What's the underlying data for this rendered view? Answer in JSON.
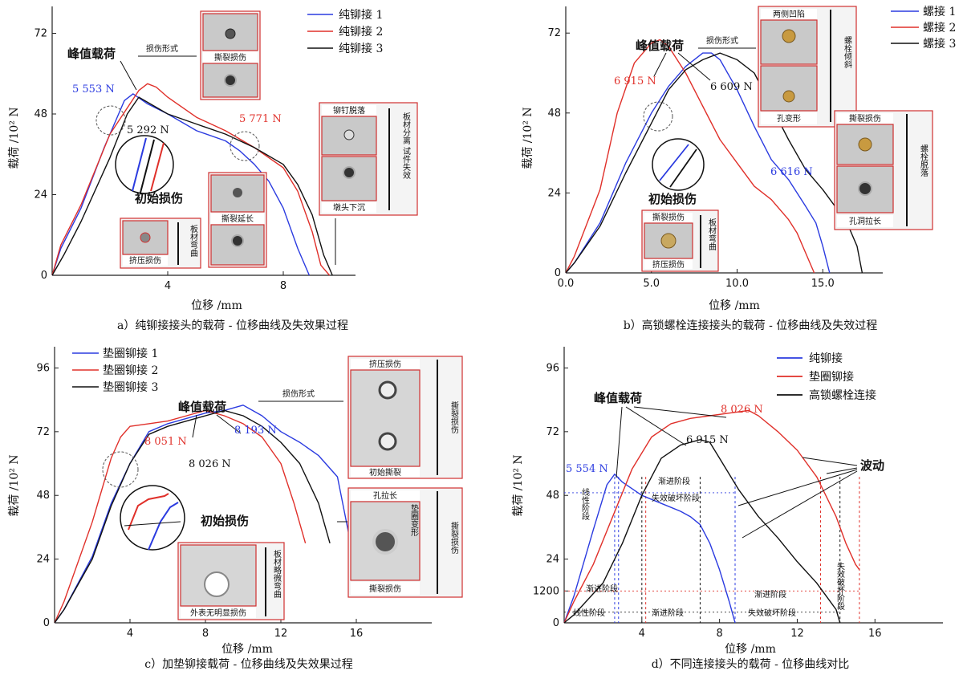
{
  "colors": {
    "blue": "#2b3be0",
    "red": "#e0302a",
    "black": "#111111"
  },
  "common": {
    "xlabel": "位移 /mm",
    "ylabel": "载荷 /10² N"
  },
  "chart_data": [
    {
      "id": "a",
      "type": "line",
      "caption": "a）纯铆接接头的载荷 - 位移曲线及失效果过程",
      "xlabel": "位移 /mm",
      "ylabel": "载荷 /10² N",
      "xlim": [
        0,
        10.5
      ],
      "ylim": [
        0,
        80
      ],
      "xticks": [
        4,
        8
      ],
      "yticks": [
        0,
        24,
        48,
        72
      ],
      "series": [
        {
          "name": "纯铆接 1",
          "color": "blue",
          "x": [
            0,
            0.3,
            1,
            1.8,
            2.5,
            2.8,
            3.3,
            4,
            5,
            6,
            6.5,
            7,
            7.5,
            8,
            8.5,
            8.9
          ],
          "y": [
            0,
            8,
            20,
            38,
            52,
            54,
            51,
            48,
            43,
            40,
            37,
            33,
            28,
            20,
            8,
            0
          ]
        },
        {
          "name": "纯铆接 2",
          "color": "red",
          "x": [
            0,
            0.3,
            1,
            2,
            3,
            3.3,
            3.6,
            4,
            5,
            6,
            7,
            8,
            8.5,
            9,
            9.3,
            9.6
          ],
          "y": [
            0,
            9,
            21,
            42,
            55,
            57,
            56,
            53,
            47,
            43,
            38,
            32,
            25,
            13,
            3,
            0
          ]
        },
        {
          "name": "纯铆接 3",
          "color": "black",
          "x": [
            0,
            0.4,
            1,
            2,
            2.6,
            3,
            4,
            5,
            6,
            7,
            8,
            8.5,
            9,
            9.4,
            9.7
          ],
          "y": [
            0,
            6,
            16,
            35,
            48,
            53,
            48,
            45,
            42,
            38,
            33,
            27,
            18,
            6,
            0
          ]
        }
      ],
      "annotations": {
        "peak": "峰值载荷",
        "initial": "初始损伤",
        "damage_form": "损伤形式",
        "v1": "5 553 N",
        "v2": "5 292 N",
        "v3": "5 771 N",
        "photos": [
          "撕裂损伤",
          "撕裂延长",
          "挤压损伤",
          "铆钉脱落",
          "墩头下沉"
        ],
        "side": [
          "板材弯曲",
          "板材分离 试件失效"
        ]
      }
    },
    {
      "id": "b",
      "type": "line",
      "caption": "b）高锁螺栓连接接头的载荷 - 位移曲线及失效过程",
      "xlabel": "位移 /mm",
      "ylabel": "载荷 /10² N",
      "xlim": [
        0,
        18.5
      ],
      "ylim": [
        0,
        80
      ],
      "xticks": [
        0.0,
        5.0,
        10.0,
        15.0
      ],
      "yticks": [
        0,
        24,
        48,
        72
      ],
      "series": [
        {
          "name": "螺接 1",
          "color": "blue",
          "x": [
            0,
            0.5,
            2,
            3.5,
            5,
            6,
            7,
            8,
            8.5,
            9,
            10,
            11,
            12,
            13,
            14,
            14.6,
            15,
            15.4
          ],
          "y": [
            0,
            3,
            15,
            33,
            48,
            56,
            62,
            66,
            66,
            64,
            55,
            44,
            34,
            28,
            20,
            15,
            8,
            0
          ]
        },
        {
          "name": "螺接 2",
          "color": "red",
          "x": [
            0,
            0.5,
            2,
            3,
            4,
            5,
            5.5,
            6,
            7,
            8,
            9,
            10,
            11,
            12,
            13,
            13.5,
            14,
            14.5
          ],
          "y": [
            0,
            5,
            25,
            48,
            63,
            69,
            70,
            68,
            60,
            50,
            40,
            33,
            26,
            22,
            16,
            12,
            6,
            0
          ]
        },
        {
          "name": "螺接 3",
          "color": "black",
          "x": [
            0,
            0.5,
            2,
            3.5,
            5,
            6,
            7,
            8,
            9,
            10,
            11,
            12,
            13,
            14,
            15,
            16,
            16.5,
            17,
            17.3
          ],
          "y": [
            0,
            3,
            14,
            30,
            45,
            55,
            61,
            64,
            66,
            64,
            60,
            50,
            40,
            31,
            25,
            18,
            14,
            8,
            0
          ]
        }
      ],
      "annotations": {
        "peak": "峰值载荷",
        "initial": "初始损伤",
        "damage_form": "损伤形式",
        "v1": "6 915 N",
        "v2": "6 609 N",
        "v3": "6 616 N",
        "photos": [
          "两侧凹陷",
          "孔变形",
          "撕裂损伤",
          "孔洞拉长",
          "撕裂损伤",
          "挤压损伤"
        ],
        "side": [
          "螺栓倾斜",
          "螺栓脱落",
          "板材弯曲"
        ]
      }
    },
    {
      "id": "c",
      "type": "line",
      "caption": "c）加垫铆接载荷 - 位移曲线及失效果过程",
      "xlabel": "位移 /mm",
      "ylabel": "载荷 /10² N",
      "xlim": [
        0,
        20
      ],
      "ylim": [
        0,
        104
      ],
      "xticks": [
        4,
        8,
        12,
        16
      ],
      "yticks": [
        0,
        24,
        48,
        72,
        96
      ],
      "series": [
        {
          "name": "垫圈铆接 1",
          "color": "blue",
          "x": [
            0,
            0.5,
            2,
            3,
            4,
            5,
            6,
            7,
            8,
            9,
            10,
            11,
            12,
            13,
            14,
            15,
            15.7
          ],
          "y": [
            0,
            5,
            25,
            45,
            60,
            72,
            75,
            77,
            79,
            80,
            82,
            78,
            72,
            68,
            63,
            55,
            30
          ]
        },
        {
          "name": "垫圈铆接 2",
          "color": "red",
          "x": [
            0,
            0.5,
            2,
            3,
            3.5,
            4,
            5,
            6,
            7,
            8,
            9,
            10,
            11,
            12,
            12.7,
            13.3
          ],
          "y": [
            0,
            8,
            38,
            62,
            70,
            74,
            75,
            76,
            78,
            80,
            78,
            75,
            70,
            60,
            45,
            30
          ]
        },
        {
          "name": "垫圈铆接 3",
          "color": "black",
          "x": [
            0,
            0.5,
            2,
            3,
            4,
            5,
            6,
            7,
            8,
            9,
            10,
            11,
            12,
            13,
            14,
            14.6
          ],
          "y": [
            0,
            5,
            24,
            44,
            60,
            71,
            74,
            76,
            78,
            80,
            78,
            74,
            68,
            60,
            45,
            30
          ]
        }
      ],
      "annotations": {
        "peak": "峰值载荷",
        "initial": "初始损伤",
        "damage_form": "损伤形式",
        "v1": "8 051 N",
        "v2": "8 193 N",
        "v3": "8 026 N",
        "photos": [
          "挤压损伤",
          "初始撕裂",
          "孔拉长",
          "撕裂损伤",
          "外表无明显损伤"
        ],
        "side": [
          "撕裂损伤",
          "撕裂损伤",
          "垫圈变形",
          "板材略微弯曲"
        ]
      }
    },
    {
      "id": "d",
      "type": "line",
      "caption": "d）不同连接接头的载荷 - 位移曲线对比",
      "xlabel": "位移 /mm",
      "ylabel": "载荷 /10² N",
      "xlim": [
        0,
        19.5
      ],
      "ylim": [
        0,
        104
      ],
      "xticks": [
        4,
        8,
        12,
        16
      ],
      "yticks": [
        0,
        24,
        48,
        72,
        96
      ],
      "extra_ytick": {
        "value": 12,
        "label": "1200"
      },
      "series": [
        {
          "name": "纯铆接",
          "color": "blue",
          "x": [
            0,
            0.5,
            1.5,
            2.2,
            2.6,
            3,
            4,
            5,
            6,
            6.5,
            7,
            7.5,
            8,
            8.5,
            8.8
          ],
          "y": [
            0,
            10,
            35,
            52,
            56,
            53,
            48,
            45,
            42,
            40,
            37,
            30,
            20,
            8,
            0
          ]
        },
        {
          "name": "垫圈铆接",
          "color": "red",
          "x": [
            0,
            0.5,
            1.5,
            2.5,
            3.5,
            4.5,
            5.5,
            6.5,
            7.5,
            8.5,
            9.5,
            10,
            11,
            12,
            13,
            14,
            14.5,
            15,
            15.2
          ],
          "y": [
            0,
            8,
            22,
            40,
            58,
            70,
            75,
            77,
            78,
            79,
            80,
            78,
            72,
            65,
            55,
            40,
            30,
            22,
            20
          ]
        },
        {
          "name": "高锁螺栓连接",
          "color": "black",
          "x": [
            0,
            0.5,
            2,
            3,
            4,
            5,
            6,
            7,
            7.5,
            8,
            9,
            10,
            11,
            12,
            13,
            13.5,
            14,
            14.2
          ],
          "y": [
            0,
            3,
            15,
            30,
            48,
            62,
            67,
            69,
            68,
            62,
            50,
            40,
            32,
            23,
            15,
            10,
            5,
            0
          ]
        }
      ],
      "annotations": {
        "peak": "峰值载荷",
        "fluct": "波动",
        "v1": "5 554 N",
        "v2": "8 026 N",
        "v3": "6 915 N",
        "stages": [
          "线性阶段",
          "渐进阶段",
          "失效破坏阶段",
          "渐进阶段",
          "线性阶段",
          "渐进阶段",
          "失效破坏阶段",
          "渐进阶段",
          "失效破坏阶段"
        ]
      }
    }
  ]
}
